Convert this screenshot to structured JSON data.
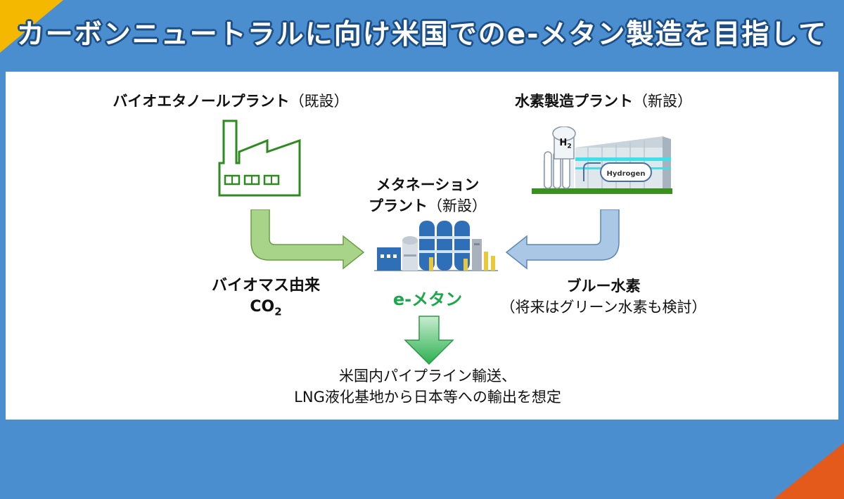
{
  "title": "カーボンニュートラルに向け米国でのe-メタン製造を目指して",
  "colors": {
    "background": "#4a8ed0",
    "corner_top": "#f5b800",
    "corner_bottom": "#e35a1a",
    "factory_green": "#2e8b1f",
    "arrow_green": "#a8d48a",
    "arrow_blue": "#aac8e6",
    "emethane_green": "#1aa84a"
  },
  "bio_plant": {
    "name": "バイオエタノールプラント",
    "status": "（既設）"
  },
  "h2_plant": {
    "name": "水素製造プラント",
    "status": "（新設）",
    "tank_label": "H",
    "tank_sub": "2",
    "building_label": "Hydrogen"
  },
  "methanation": {
    "line1": "メタネーション",
    "line2": "プラント",
    "status": "（新設）"
  },
  "co2_source": {
    "line1": "バイオマス由来",
    "line2_main": "CO",
    "line2_sub": "2"
  },
  "hydrogen_source": {
    "main": "ブルー水素",
    "note": "（将来はグリーン水素も検討）"
  },
  "product": "e-メタン",
  "transport": {
    "line1": "米国内パイプライン輸送、",
    "line2": "LNG液化基地から日本等への輸出を想定"
  }
}
